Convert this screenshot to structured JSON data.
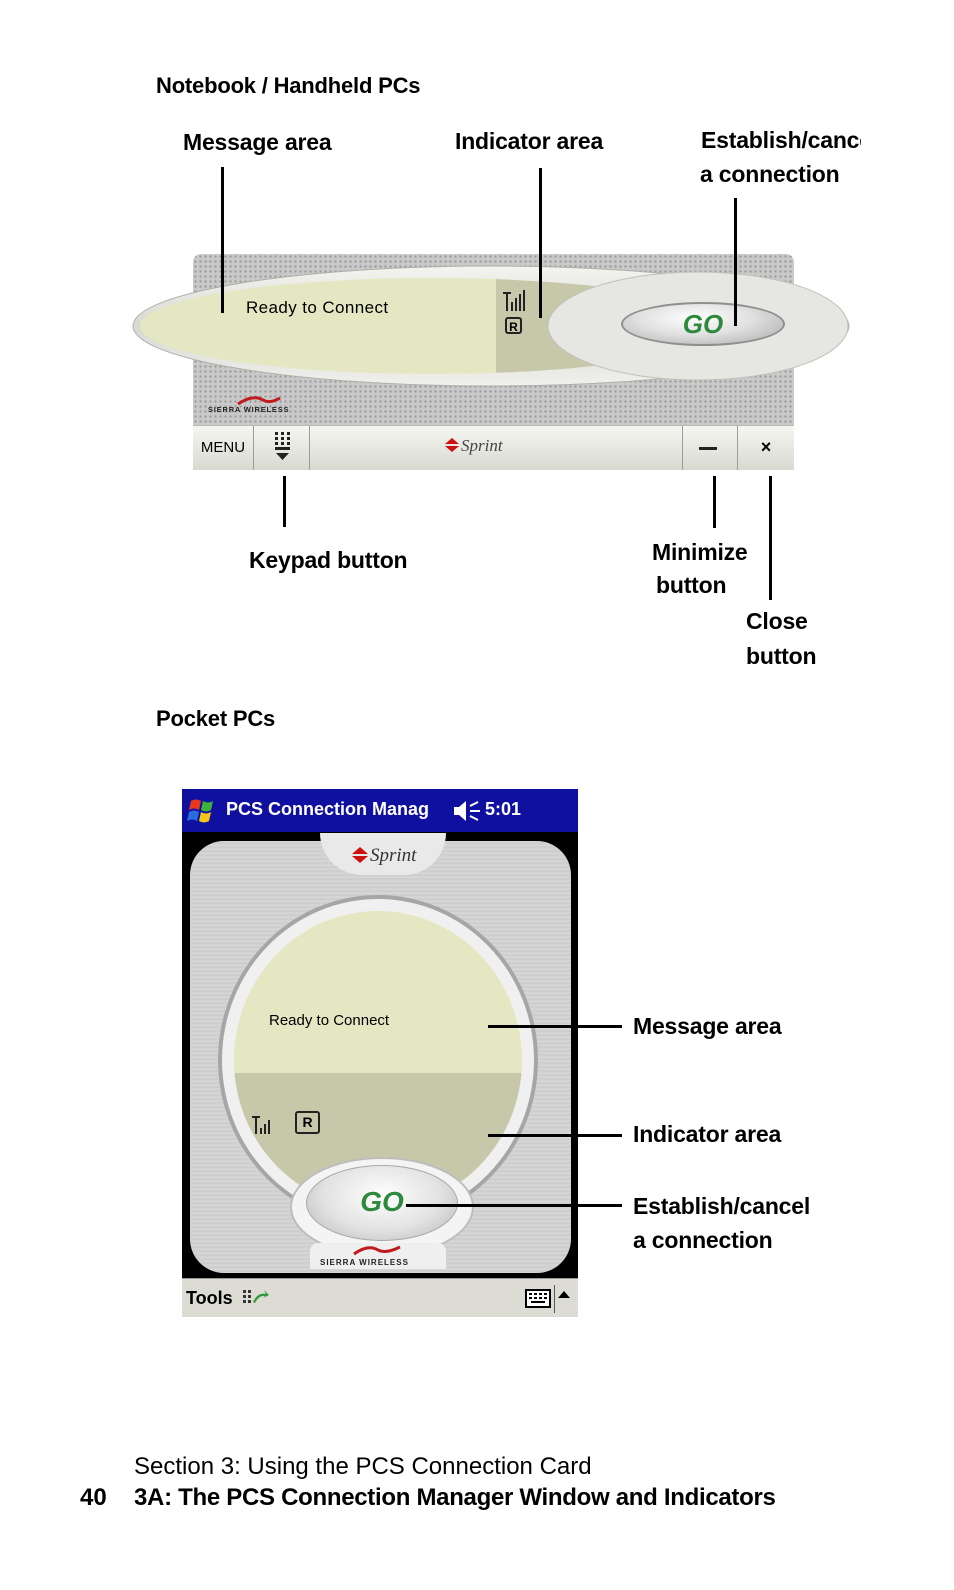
{
  "notebook_heading": "Notebook / Handheld PCs",
  "pocket_heading": "Pocket PCs",
  "notebook_callouts": {
    "message_area": "Message area",
    "indicator_area": "Indicator area",
    "establish_line1": "Establish/cancel",
    "establish_line2": "a connection",
    "keypad_button": "Keypad button",
    "minimize_line1": "Minimize",
    "minimize_line2": "button",
    "close_line1": "Close",
    "close_line2": "button"
  },
  "notebook_app": {
    "message": "Ready to Connect",
    "roaming_indicator": "R",
    "go_label": "GO",
    "menu_label": "MENU",
    "brand_footer": "SIERRA WIRELESS",
    "carrier_logo": "Sprint",
    "close_glyph": "×",
    "icons": [
      "signal-strength-icon",
      "roaming-icon",
      "keypad-icon",
      "minimize-icon",
      "close-icon",
      "sprint-logo-icon",
      "sierra-wireless-logo-icon"
    ]
  },
  "pocket_callouts": {
    "message_area": "Message area",
    "indicator_area": "Indicator area",
    "establish_line1": "Establish/cancel",
    "establish_line2": "a connection"
  },
  "pocket_app": {
    "title": "PCS Connection Manag",
    "time": "5:01",
    "message": "Ready to Connect",
    "roaming_indicator": "R",
    "go_label": "GO",
    "carrier_logo": "Sprint",
    "brand_footer": "SIERRA WIRELESS",
    "menu_tools": "Tools",
    "icons": [
      "windows-start-icon",
      "speaker-icon",
      "signal-strength-icon",
      "roaming-icon",
      "connection-icon",
      "keyboard-icon"
    ]
  },
  "footer": {
    "section": "Section 3: Using the PCS Connection Card",
    "page_number": "40",
    "chapter": "3A: The PCS Connection Manager Window and Indicators"
  },
  "colors": {
    "go_text": "#2d8a3c",
    "title_bar": "#1010a0",
    "message_panel": "#e5e7c3",
    "indicator_panel": "#c7c8a9",
    "sprint_red": "#cc1111"
  }
}
